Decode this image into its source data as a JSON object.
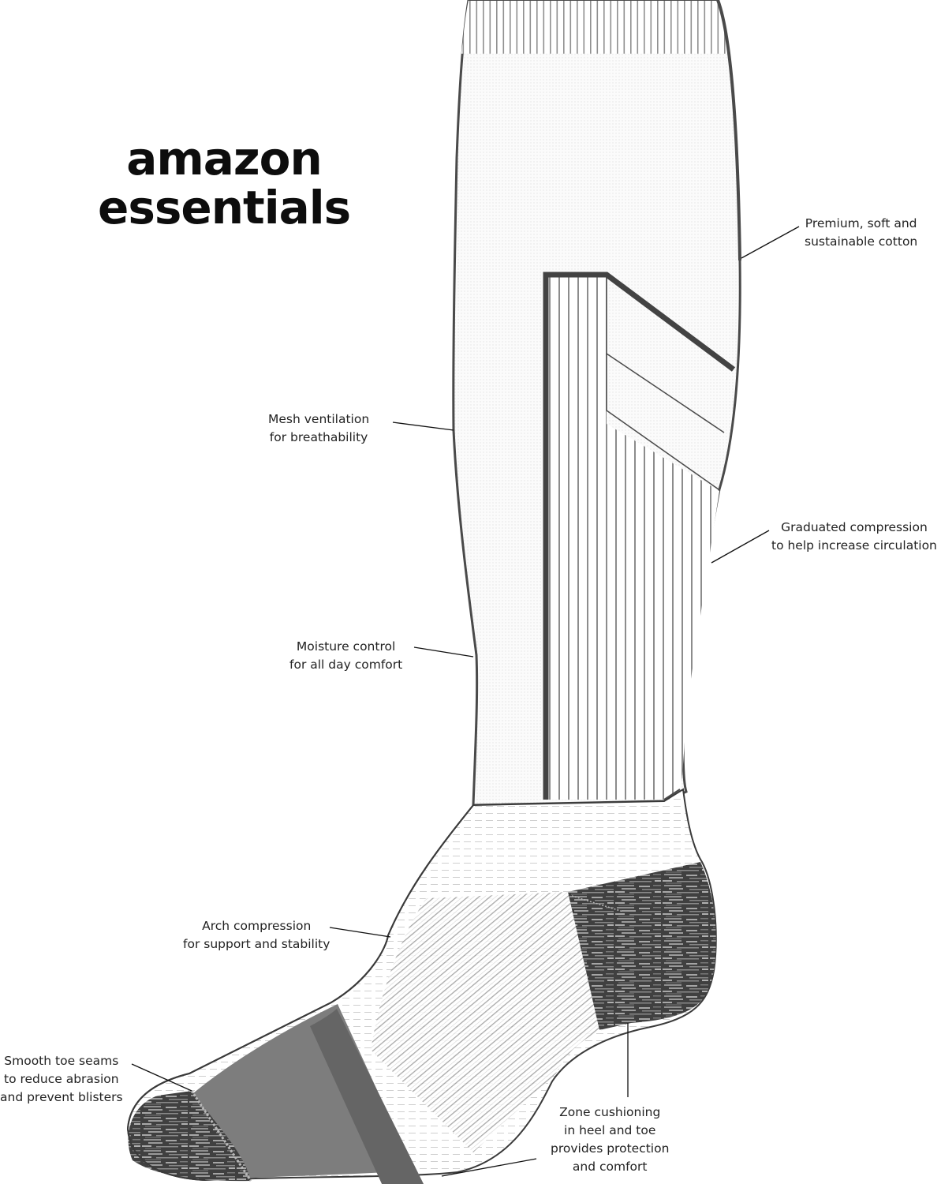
{
  "brand": {
    "line1": "amazon",
    "line2": "essentials"
  },
  "callouts": [
    {
      "id": "cotton",
      "lines": [
        "Premium, soft and",
        "sustainable cotton"
      ]
    },
    {
      "id": "mesh",
      "lines": [
        "Mesh ventilation",
        "for breathability"
      ]
    },
    {
      "id": "compression",
      "lines": [
        "Graduated compression",
        "to help increase circulation"
      ]
    },
    {
      "id": "moisture",
      "lines": [
        "Moisture control",
        "for all day comfort"
      ]
    },
    {
      "id": "arch",
      "lines": [
        "Arch compression",
        "for support and stability"
      ]
    },
    {
      "id": "toe-seams",
      "lines": [
        "Smooth toe seams",
        "to reduce abrasion",
        "and prevent blisters"
      ]
    },
    {
      "id": "cushioning",
      "lines": [
        "Zone cushioning",
        "in heel and toe",
        "provides protection",
        "and comfort"
      ]
    }
  ],
  "colors": {
    "outline": "#4a4a4a",
    "dark_band": "#434343",
    "toe_mid_gray": "#7d7d7d",
    "toe_band_gray": "#656565",
    "heather_dark": "#3f3f3f",
    "heather_light": "#9a9a9a",
    "fabric_white": "#f9f9f9",
    "stripe_gray": "#8a8a8a"
  }
}
